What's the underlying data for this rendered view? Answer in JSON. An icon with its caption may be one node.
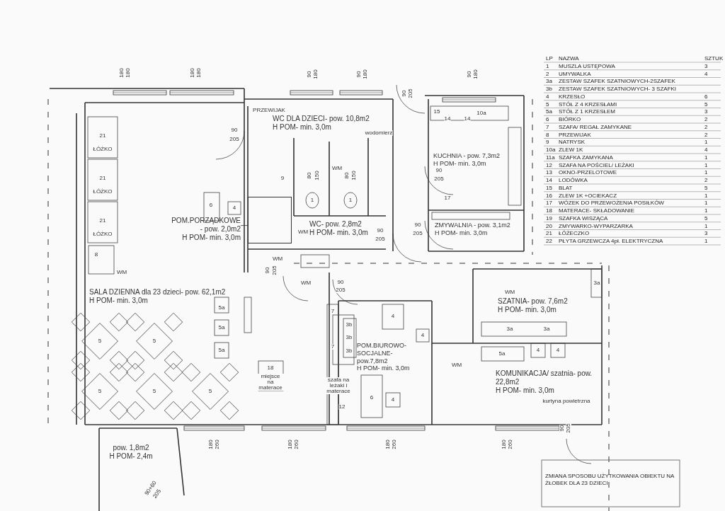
{
  "diagram": {
    "title": "ZMIANA SPOSOBU UŻYTKOWANIA OBIEKTU NA ŻŁOBEK DLA 23 DZIECI",
    "nodes": [
      {
        "text": [
          "WC DLA DZIECI- pow. 10,8m2",
          "H POM- min. 3,0m"
        ]
      },
      {
        "text": [
          "KUCHNIA - pow. 7,3m2",
          "H POM- min. 3,0m"
        ]
      },
      {
        "text": [
          "POM.PORZĄDKOWE - pow. 2,0m2",
          "H POM- min. 3,0m"
        ]
      },
      {
        "text": [
          "WC- pow. 2,8m2",
          "H POM- min. 3,0m"
        ]
      },
      {
        "text": [
          "ZMYWALNIA - pow. 3,1m2",
          "H POM- min. 3,0m"
        ]
      },
      {
        "text": [
          "SALA DZIENNA dla 23 dzieci- pow. 62,1m2",
          "H POM- min. 3,0m"
        ]
      },
      {
        "text": [
          "SZATNIA- pow. 7,6m2",
          "H POM- min. 3,0m"
        ]
      },
      {
        "text": [
          "POM.BIUROWO-SOCJALNE- pow.7,8m2",
          "H POM- min. 3,0m"
        ]
      },
      {
        "text": [
          "KOMUNIKACJA/ szatnia- pow. 22,8m2",
          "H POM- min. 3,0m"
        ]
      },
      {
        "text": [
          "pow. 1,8m2",
          "H POM- 2,4m"
        ]
      },
      {
        "text": [],
        "shape": "box"
      }
    ],
    "edges": [
      {
        "from": 2,
        "to": 10,
        "arrow": "none"
      }
    ],
    "labels": [
      "LP",
      "NAZWA",
      "SZTUK",
      "1",
      "MUSZLA USTĘPOWA",
      "3",
      "2",
      "UMYWALKA",
      "4",
      "3a",
      "ZESTAW SZAFEK SZATNIOWYCH-2SZAFEK",
      "3b",
      "ZESTAW SZAFEK SZATNIOWYCH- 3 SZAFKI",
      "4",
      "KRZESŁO",
      "6",
      "5",
      "STÓŁ Z 4 KRZESŁAMI",
      "5",
      "5a",
      "STÓŁ Z 1 KRZESŁEM",
      "3",
      "6",
      "BIÓRKO",
      "2",
      "7",
      "SZAFA/ REGAŁ ZAMYKANE",
      "2",
      "8",
      "PRZEWIJAK",
      "2",
      "9",
      "NATRYSK",
      "1",
      "10a",
      "ZLEW 1K",
      "4",
      "11a",
      "SZAFKA ZAMYKANA",
      "1",
      "12",
      "SZAFA NA POŚCIEL/ LEŻAKI",
      "1",
      "13",
      "OKNO-PRZELOTOWE",
      "1",
      "14",
      "LODÓWKA",
      "2",
      "15",
      "BLAT",
      "5",
      "16",
      "ZLEW 1K +OCIEKACZ",
      "1",
      "17",
      "WÓZEK DO PRZEWOŻENIA POSIŁKÓW",
      "1",
      "18",
      "MATERACE- SKŁADOWANIE",
      "1",
      "19",
      "SZAFKA WISZĄCA",
      "5",
      "20",
      "ZMYWARKO-WYPARZARKA",
      "1",
      "21",
      "ŁÓŻECZKO",
      "3",
      "22",
      "PŁYTA GRZEWCZA 4pł. ELEKTRYCZNA",
      "1",
      "180",
      "180",
      "180",
      "180",
      "90",
      "180",
      "90",
      "180",
      "90",
      "205",
      "90",
      "180",
      "PRZEWIJAK",
      "90",
      "205",
      "21",
      "ŁÓŻKO",
      "21",
      "ŁÓŻKO",
      "21",
      "ŁÓŻKO",
      "8",
      "WM",
      "wodomierz",
      "15",
      "14",
      "14",
      "10a",
      "9",
      "80",
      "150",
      "80",
      "150",
      "WM",
      "90",
      "205",
      "1",
      "1",
      "6",
      "4",
      "17",
      "WM",
      "90",
      "205",
      "90",
      "205",
      "WM",
      "90",
      "205",
      "WM",
      "90",
      "205",
      "WM",
      "5a",
      "5a",
      "5a",
      "3a",
      "7",
      "4",
      "3b",
      "3b",
      "3b",
      "4",
      "7",
      "3a",
      "3a",
      "5",
      "5",
      "5a",
      "4",
      "4",
      "WM",
      "5",
      "5",
      "5",
      "18",
      "miejsce na materace",
      "szafa na leżaki i materace",
      "12",
      "6",
      "4",
      "kurtyna powietrzna",
      "90",
      "205",
      "180",
      "260",
      "180",
      "260",
      "180",
      "260",
      "180",
      "260",
      "90+60",
      "205"
    ]
  }
}
